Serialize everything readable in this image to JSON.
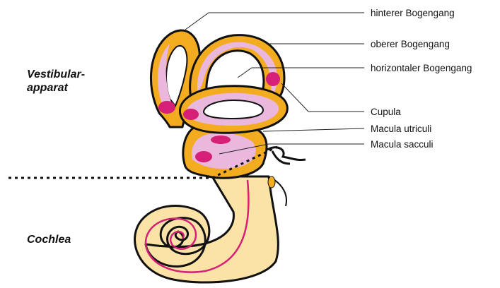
{
  "labels": {
    "hinterer": "hinterer Bogengang",
    "oberer": "oberer Bogengang",
    "horizontaler": "horizontaler Bogengang",
    "cupula": "Cupula",
    "macula_utriculi": "Macula utriculi",
    "macula_sacculi": "Macula sacculi"
  },
  "regions": {
    "vestibular_line1": "Vestibular-",
    "vestibular_line2": "apparat",
    "cochlea": "Cochlea"
  },
  "colors": {
    "perilymph": "#f3ab1f",
    "endolymph": "#eab8dc",
    "cochlea_fill": "#fbe3a8",
    "sensory": "#d61f76",
    "outline": "#111111"
  }
}
